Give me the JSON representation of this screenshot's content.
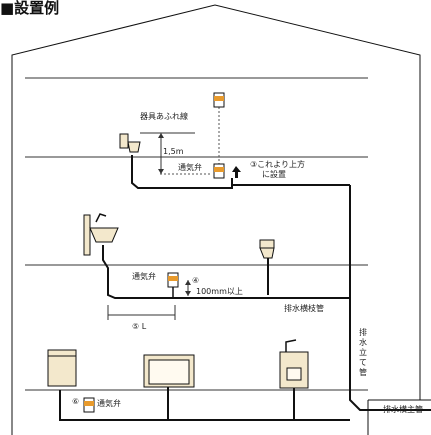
{
  "title": "■設置例",
  "labels": {
    "fixture_overflow": "器具あふれ線",
    "height_1_5m": "1,5m",
    "vent_valve": "通気弁",
    "note_3": "③これより上方",
    "note_3b": "に設置",
    "note_4": "④",
    "dist_100mm": "100mm以上",
    "branch_pipe": "排水横枝管",
    "length_5": "⑤ L",
    "vertical_pipe": "排水立て管",
    "main_pipe": "排水横主管",
    "note_6": "⑥"
  },
  "colors": {
    "line": "#111111",
    "pipe": "#111111",
    "fixture_fill": "#f3e8cc",
    "valve_orange": "#e89a2c",
    "floor": "#333333"
  }
}
